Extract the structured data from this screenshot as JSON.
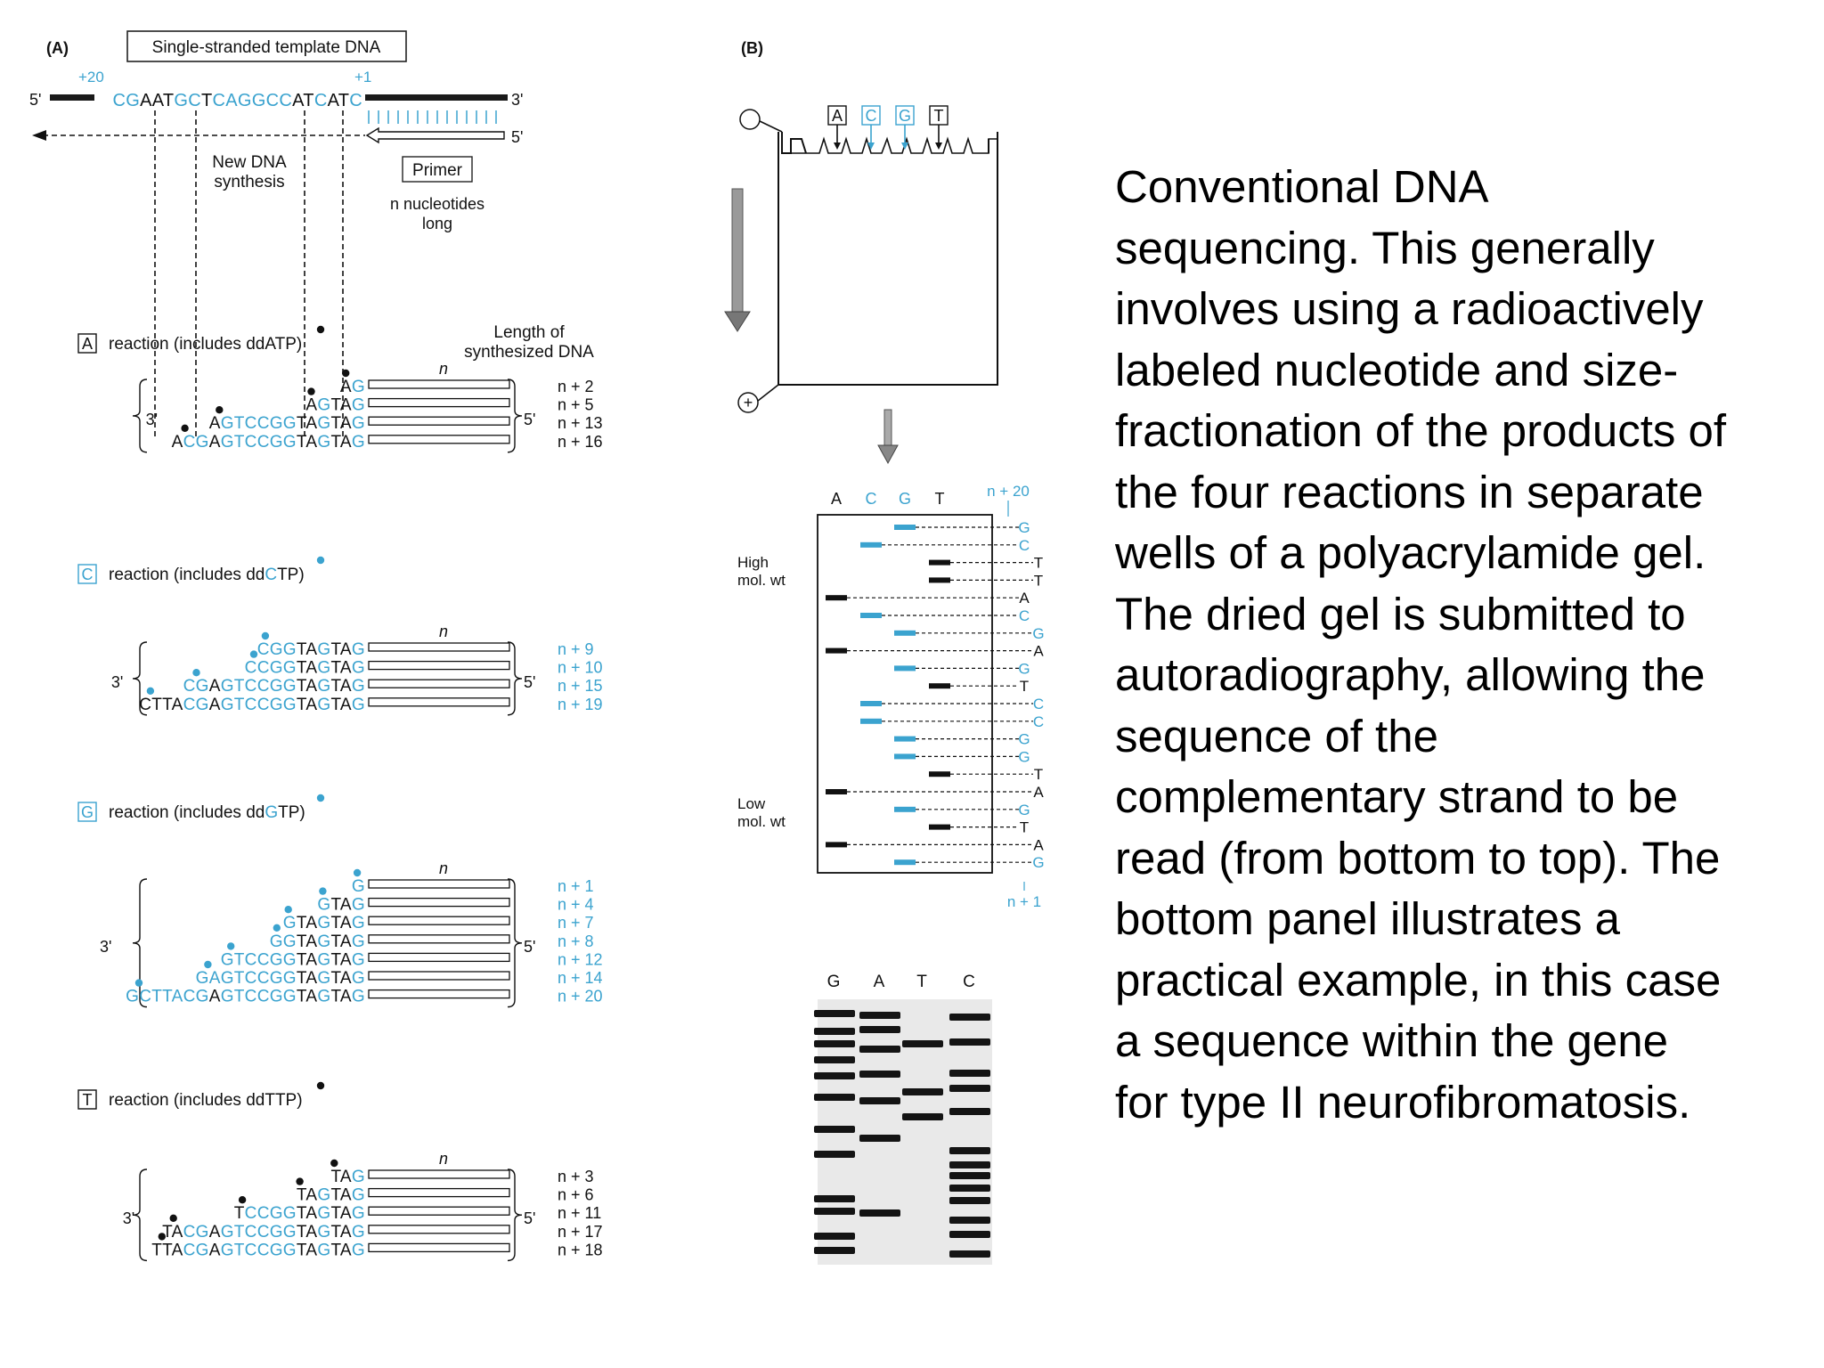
{
  "colors": {
    "blue": "#3ba3cf",
    "black": "#111111",
    "bar": "#1a1a1a"
  },
  "panelA": {
    "label": "(A)",
    "template_box": "Single-stranded template DNA",
    "pos20": "+20",
    "pos1": "+1",
    "five_prime": "5'",
    "three_prime": "3'",
    "template_seq": [
      {
        "t": "CG",
        "c": "blue"
      },
      {
        "t": "AAT",
        "c": "black"
      },
      {
        "t": "GC",
        "c": "blue"
      },
      {
        "t": "T",
        "c": "black"
      },
      {
        "t": "CAGGCC",
        "c": "blue"
      },
      {
        "t": "AT",
        "c": "black"
      },
      {
        "t": "C",
        "c": "blue"
      },
      {
        "t": "AT",
        "c": "black"
      },
      {
        "t": "C",
        "c": "blue"
      }
    ],
    "new_synthesis": [
      "New DNA",
      "synthesis"
    ],
    "primer": "Primer",
    "primer_len": [
      "n nucleotides",
      "long"
    ],
    "length_header": [
      "Length of",
      "synthesized DNA"
    ],
    "n": "n",
    "reactions": [
      {
        "letter": "A",
        "letter_color": "black",
        "title_pre": "reaction (includes dd",
        "title_nt": "A",
        "title_post": "TP)",
        "rows": [
          {
            "seg": [
              {
                "t": "A",
                "c": "black"
              },
              {
                "t": "G",
                "c": "blue"
              }
            ],
            "len": "n + 2",
            "lc": "black"
          },
          {
            "seg": [
              {
                "t": "A",
                "c": "black"
              },
              {
                "t": "G",
                "c": "blue"
              },
              {
                "t": "TA",
                "c": "black"
              },
              {
                "t": "G",
                "c": "blue"
              }
            ],
            "len": "n + 5",
            "lc": "black"
          },
          {
            "seg": [
              {
                "t": "A",
                "c": "black"
              },
              {
                "t": "GTCCGG",
                "c": "blue"
              },
              {
                "t": "TA",
                "c": "black"
              },
              {
                "t": "G",
                "c": "blue"
              },
              {
                "t": "TA",
                "c": "black"
              },
              {
                "t": "G",
                "c": "blue"
              }
            ],
            "len": "n + 13",
            "lc": "black"
          },
          {
            "seg": [
              {
                "t": "A",
                "c": "black"
              },
              {
                "t": "CG",
                "c": "blue"
              },
              {
                "t": "A",
                "c": "black"
              },
              {
                "t": "GTCCGG",
                "c": "blue"
              },
              {
                "t": "TA",
                "c": "black"
              },
              {
                "t": "G",
                "c": "blue"
              },
              {
                "t": "TA",
                "c": "black"
              },
              {
                "t": "G",
                "c": "blue"
              }
            ],
            "len": "n + 16",
            "lc": "black"
          }
        ]
      },
      {
        "letter": "C",
        "letter_color": "blue",
        "title_pre": "reaction (includes dd",
        "title_nt": "C",
        "title_post": "TP)",
        "rows": [
          {
            "seg": [
              {
                "t": "CGG",
                "c": "blue"
              },
              {
                "t": "TA",
                "c": "black"
              },
              {
                "t": "G",
                "c": "blue"
              },
              {
                "t": "TA",
                "c": "black"
              },
              {
                "t": "G",
                "c": "blue"
              }
            ],
            "len": "n + 9",
            "lc": "blue"
          },
          {
            "seg": [
              {
                "t": "CCGG",
                "c": "blue"
              },
              {
                "t": "TA",
                "c": "black"
              },
              {
                "t": "G",
                "c": "blue"
              },
              {
                "t": "TA",
                "c": "black"
              },
              {
                "t": "G",
                "c": "blue"
              }
            ],
            "len": "n + 10",
            "lc": "blue"
          },
          {
            "seg": [
              {
                "t": "CG",
                "c": "blue"
              },
              {
                "t": "A",
                "c": "black"
              },
              {
                "t": "GTCCGG",
                "c": "blue"
              },
              {
                "t": "TA",
                "c": "black"
              },
              {
                "t": "G",
                "c": "blue"
              },
              {
                "t": "TA",
                "c": "black"
              },
              {
                "t": "G",
                "c": "blue"
              }
            ],
            "len": "n + 15",
            "lc": "blue"
          },
          {
            "seg": [
              {
                "t": "CTTA",
                "c": "black"
              },
              {
                "t": "CG",
                "c": "blue"
              },
              {
                "t": "A",
                "c": "black"
              },
              {
                "t": "GTCCGG",
                "c": "blue"
              },
              {
                "t": "TA",
                "c": "black"
              },
              {
                "t": "G",
                "c": "blue"
              },
              {
                "t": "TA",
                "c": "black"
              },
              {
                "t": "G",
                "c": "blue"
              }
            ],
            "len": "n + 19",
            "lc": "blue"
          }
        ]
      },
      {
        "letter": "G",
        "letter_color": "blue",
        "title_pre": "reaction (includes dd",
        "title_nt": "G",
        "title_post": "TP)",
        "rows": [
          {
            "seg": [
              {
                "t": "G",
                "c": "blue"
              }
            ],
            "len": "n + 1",
            "lc": "blue"
          },
          {
            "seg": [
              {
                "t": "G",
                "c": "blue"
              },
              {
                "t": "TA",
                "c": "black"
              },
              {
                "t": "G",
                "c": "blue"
              }
            ],
            "len": "n + 4",
            "lc": "blue"
          },
          {
            "seg": [
              {
                "t": "G",
                "c": "blue"
              },
              {
                "t": "TA",
                "c": "black"
              },
              {
                "t": "G",
                "c": "blue"
              },
              {
                "t": "TA",
                "c": "black"
              },
              {
                "t": "G",
                "c": "blue"
              }
            ],
            "len": "n + 7",
            "lc": "blue"
          },
          {
            "seg": [
              {
                "t": "GG",
                "c": "blue"
              },
              {
                "t": "TA",
                "c": "black"
              },
              {
                "t": "G",
                "c": "blue"
              },
              {
                "t": "TA",
                "c": "black"
              },
              {
                "t": "G",
                "c": "blue"
              }
            ],
            "len": "n + 8",
            "lc": "blue"
          },
          {
            "seg": [
              {
                "t": "GTCCGG",
                "c": "blue"
              },
              {
                "t": "TA",
                "c": "black"
              },
              {
                "t": "G",
                "c": "blue"
              },
              {
                "t": "TA",
                "c": "black"
              },
              {
                "t": "G",
                "c": "blue"
              }
            ],
            "len": "n + 12",
            "lc": "blue"
          },
          {
            "seg": [
              {
                "t": "GA",
                "c": "blue"
              },
              {
                "t": "GTCCGG",
                "c": "blue"
              },
              {
                "t": "TA",
                "c": "black"
              },
              {
                "t": "G",
                "c": "blue"
              },
              {
                "t": "TA",
                "c": "black"
              },
              {
                "t": "G",
                "c": "blue"
              }
            ],
            "len": "n + 14",
            "lc": "blue"
          },
          {
            "seg": [
              {
                "t": "GCTTA",
                "c": "blue"
              },
              {
                "t": "CG",
                "c": "blue"
              },
              {
                "t": "A",
                "c": "black"
              },
              {
                "t": "GTCCGG",
                "c": "blue"
              },
              {
                "t": "TA",
                "c": "black"
              },
              {
                "t": "G",
                "c": "blue"
              },
              {
                "t": "TA",
                "c": "black"
              },
              {
                "t": "G",
                "c": "blue"
              }
            ],
            "len": "n + 20",
            "lc": "blue"
          }
        ]
      },
      {
        "letter": "T",
        "letter_color": "black",
        "title_pre": "reaction (includes dd",
        "title_nt": "T",
        "title_post": "TP)",
        "rows": [
          {
            "seg": [
              {
                "t": "TA",
                "c": "black"
              },
              {
                "t": "G",
                "c": "blue"
              }
            ],
            "len": "n + 3",
            "lc": "black"
          },
          {
            "seg": [
              {
                "t": "TA",
                "c": "black"
              },
              {
                "t": "G",
                "c": "blue"
              },
              {
                "t": "TA",
                "c": "black"
              },
              {
                "t": "G",
                "c": "blue"
              }
            ],
            "len": "n + 6",
            "lc": "black"
          },
          {
            "seg": [
              {
                "t": "T",
                "c": "black"
              },
              {
                "t": "CCGG",
                "c": "blue"
              },
              {
                "t": "TA",
                "c": "black"
              },
              {
                "t": "G",
                "c": "blue"
              },
              {
                "t": "TA",
                "c": "black"
              },
              {
                "t": "G",
                "c": "blue"
              }
            ],
            "len": "n + 11",
            "lc": "black"
          },
          {
            "seg": [
              {
                "t": "TA",
                "c": "black"
              },
              {
                "t": "CG",
                "c": "blue"
              },
              {
                "t": "A",
                "c": "black"
              },
              {
                "t": "GTCCGG",
                "c": "blue"
              },
              {
                "t": "TA",
                "c": "black"
              },
              {
                "t": "G",
                "c": "blue"
              },
              {
                "t": "TA",
                "c": "black"
              },
              {
                "t": "G",
                "c": "blue"
              }
            ],
            "len": "n + 17",
            "lc": "black"
          },
          {
            "seg": [
              {
                "t": "TTA",
                "c": "black"
              },
              {
                "t": "C",
                "c": "blue"
              },
              {
                "t": "G",
                "c": "blue"
              },
              {
                "t": "A",
                "c": "black"
              },
              {
                "t": "GTCCGG",
                "c": "blue"
              },
              {
                "t": "TA",
                "c": "black"
              },
              {
                "t": "G",
                "c": "blue"
              },
              {
                "t": "TA",
                "c": "black"
              },
              {
                "t": "G",
                "c": "blue"
              }
            ],
            "len": "n + 18",
            "lc": "black"
          }
        ]
      }
    ]
  },
  "panelB": {
    "label": "(B)",
    "well_letters": [
      {
        "t": "A",
        "c": "black"
      },
      {
        "t": "C",
        "c": "blue"
      },
      {
        "t": "G",
        "c": "blue"
      },
      {
        "t": "T",
        "c": "black"
      }
    ],
    "plus": "+",
    "high": [
      "High",
      "mol. wt"
    ],
    "low": [
      "Low",
      "mol. wt"
    ],
    "top_label": "n + 20",
    "bottom_label": "n + 1",
    "bands": [
      {
        "lane": 2,
        "base": "G"
      },
      {
        "lane": 1,
        "base": "C"
      },
      {
        "lane": 3,
        "base": "T"
      },
      {
        "lane": 3,
        "base": "T"
      },
      {
        "lane": 0,
        "base": "A"
      },
      {
        "lane": 1,
        "base": "C"
      },
      {
        "lane": 2,
        "base": "G"
      },
      {
        "lane": 0,
        "base": "A"
      },
      {
        "lane": 2,
        "base": "G"
      },
      {
        "lane": 3,
        "base": "T"
      },
      {
        "lane": 1,
        "base": "C"
      },
      {
        "lane": 1,
        "base": "C"
      },
      {
        "lane": 2,
        "base": "G"
      },
      {
        "lane": 2,
        "base": "G"
      },
      {
        "lane": 3,
        "base": "T"
      },
      {
        "lane": 0,
        "base": "A"
      },
      {
        "lane": 2,
        "base": "G"
      },
      {
        "lane": 3,
        "base": "T"
      },
      {
        "lane": 0,
        "base": "A"
      },
      {
        "lane": 2,
        "base": "G"
      }
    ],
    "photo_lanes": [
      "G",
      "A",
      "T",
      "C"
    ]
  },
  "caption": [
    "Conventional DNA",
    "sequencing. This generally",
    "involves using a radioactively",
    "labeled nucleotide and size-",
    "fractionation of the products of",
    "the four reactions in separate",
    "wells of a polyacrylamide gel.",
    "The dried gel is submitted to",
    "autoradiography, allowing the",
    "sequence of the",
    "complementary strand to be",
    "read (from bottom to top). The",
    "bottom panel illustrates a",
    "practical example, in this case",
    "a sequence within the gene",
    "for type II neurofibromatosis."
  ]
}
